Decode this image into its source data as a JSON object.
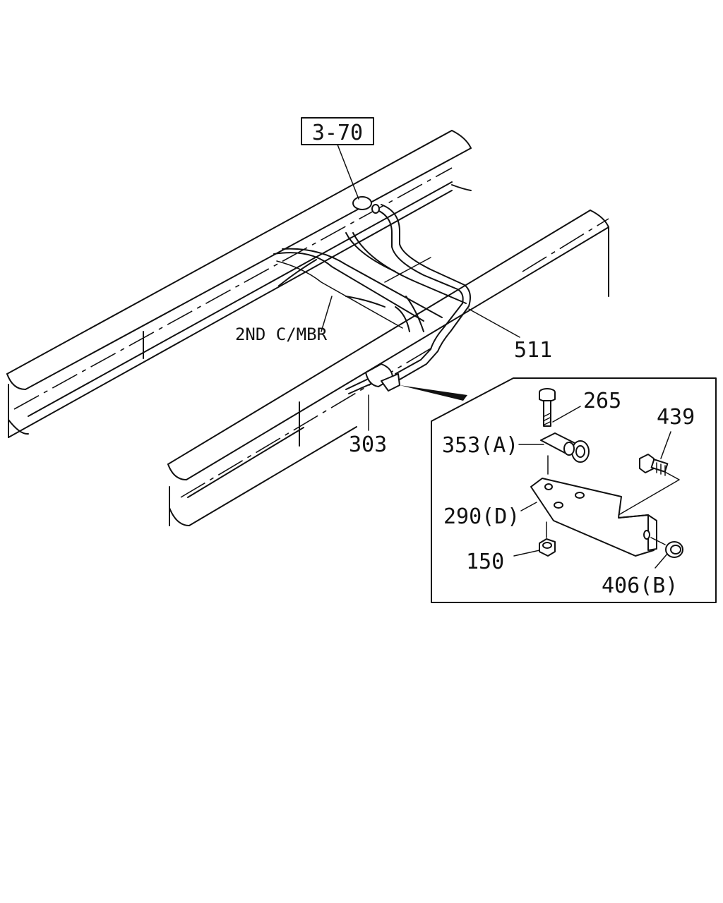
{
  "diagram": {
    "reference_box": "3-70",
    "cross_member_label": "2ND C/MBR",
    "callouts": {
      "pipe": "511",
      "clip": "303",
      "bolt_top": "265",
      "clip_a": "353(A)",
      "bolt_side": "439",
      "bracket_d": "290(D)",
      "nut_bottom": "150",
      "nut_b": "406(B)"
    }
  }
}
